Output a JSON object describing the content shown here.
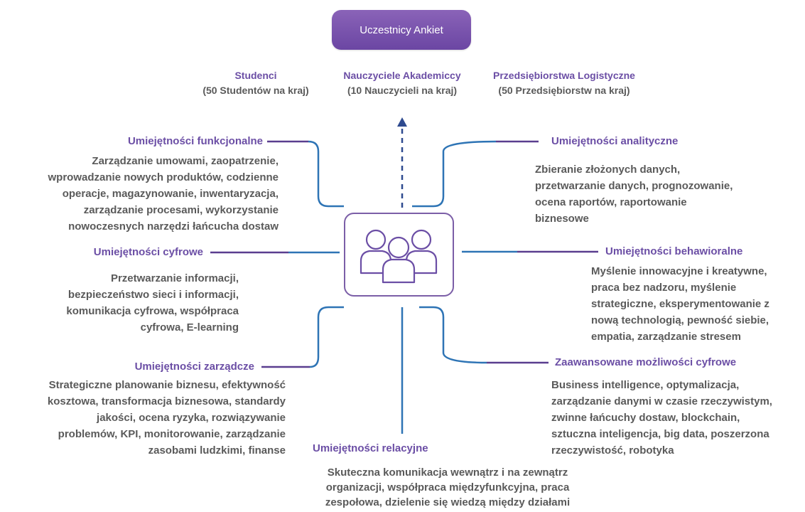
{
  "title": "Uczestnicy Ankiet",
  "participants": [
    {
      "name": "Studenci",
      "count": "(50 Studentów na kraj)"
    },
    {
      "name": "Nauczyciele Akademiccy",
      "count": "(10 Nauczycieli na kraj)"
    },
    {
      "name": "Przedsiębiorstwa Logistyczne",
      "count": "(50 Przedsiębiorstw na kraj)"
    }
  ],
  "skills": {
    "functional": {
      "heading": "Umiejętności funkcjonalne",
      "lines": [
        "Zarządzanie umowami, zaopatrzenie,",
        "wprowadzanie nowych produktów, codzienne",
        "operacje, magazynowanie, inwentaryzacja,",
        "zarządzanie procesami, wykorzystanie",
        "nowoczesnych narzędzi łańcucha dostaw"
      ]
    },
    "digital": {
      "heading": "Umiejętności cyfrowe",
      "lines": [
        "Przetwarzanie informacji,",
        "bezpieczeństwo sieci i informacji,",
        "komunikacja cyfrowa, współpraca",
        "cyfrowa, E-learning"
      ]
    },
    "managerial": {
      "heading": "Umiejętności zarządcze",
      "lines": [
        "Strategiczne planowanie biznesu, efektywność",
        "kosztowa, transformacja biznesowa, standardy",
        "jakości, ocena ryzyka, rozwiązywanie",
        "problemów, KPI, monitorowanie, zarządzanie",
        "zasobami ludzkimi, finanse"
      ]
    },
    "relational": {
      "heading": "Umiejętności relacyjne",
      "lines": [
        "Skuteczna komunikacja wewnątrz i na zewnątrz",
        "organizacji, współpraca międzyfunkcyjna, praca",
        "zespołowa, dzielenie się wiedzą między działami"
      ]
    },
    "analytical": {
      "heading": "Umiejętności analityczne",
      "lines": [
        "Zbieranie złożonych danych,",
        "przetwarzanie danych, prognozowanie,",
        "ocena raportów, raportowanie",
        "biznesowe"
      ]
    },
    "behavioral": {
      "heading": "Umiejętności behawioralne",
      "lines": [
        "Myślenie innowacyjne i kreatywne,",
        "praca bez nadzoru, myślenie",
        "strategiczne, eksperymentowanie z",
        "nową technologią, pewność siebie,",
        "empatia, zarządzanie stresem"
      ]
    },
    "advanced_digital": {
      "heading": "Zaawansowane możliwości cyfrowe",
      "lines": [
        "Business intelligence, optymalizacja,",
        "zarządzanie danymi w czasie rzeczywistym,",
        "zwinne łańcuchy dostaw, blockchain,",
        "sztuczna inteligencja, big data, poszerzona",
        "rzeczywistość, robotyka"
      ]
    }
  },
  "colors": {
    "accent_purple": "#6b4ea5",
    "connector_blue": "#2e74b5",
    "heading_line_purple": "#5a3e8f",
    "text_gray": "#5a5a5a"
  },
  "icons": {
    "center": "people-group-icon",
    "arrow": "dashed-up-arrow-icon"
  }
}
